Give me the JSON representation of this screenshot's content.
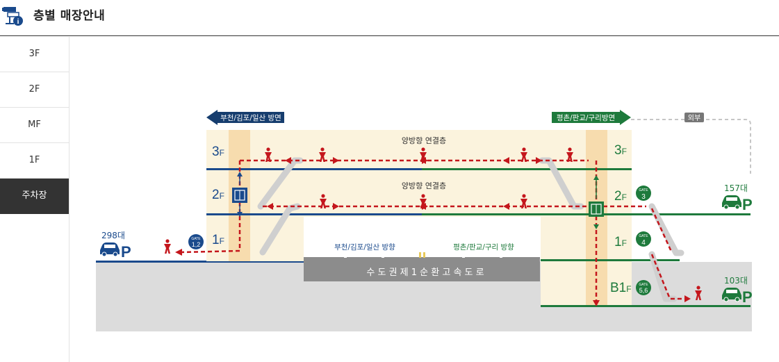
{
  "header": {
    "title": "층별 매장안내",
    "icon": "directory-info-icon"
  },
  "sidebar": {
    "items": [
      {
        "label": "3F",
        "active": false
      },
      {
        "label": "2F",
        "active": false
      },
      {
        "label": "MF",
        "active": false
      },
      {
        "label": "1F",
        "active": false
      },
      {
        "label": "주차장",
        "active": true
      }
    ]
  },
  "colors": {
    "navy": "#1a4a8c",
    "green": "#1e7a3c",
    "red": "#c4161c",
    "beige": "#fbf3dd",
    "pillar": "#f7dcae",
    "gray": "#d4d4d4",
    "road": "#8c8c8c"
  },
  "map": {
    "left_sign": "부천/김포/일산 방면",
    "right_sign": "평촌/판교/구리방면",
    "outside_label": "외부",
    "connect_3f": "양방향 연결층",
    "connect_2f": "양방향 연결층",
    "road_left": "부천/김포/일산 방향",
    "road_right": "평촌/판교/구리 방향",
    "expressway": "수 도 권 제 1 순 환 고 속 도 로",
    "floors_left": [
      "3",
      "2",
      "1"
    ],
    "floors_right": [
      "3",
      "2",
      "1",
      "B1"
    ],
    "floor_suffix": "F",
    "parking_left": "298대",
    "parking_right_top": "157대",
    "parking_right_bottom": "103대",
    "parking_symbol": "P",
    "gate_word": "GATE",
    "gate_1_2": "1,2",
    "gate_3": "3",
    "gate_4": "4",
    "gate_5_6": "5,6"
  }
}
